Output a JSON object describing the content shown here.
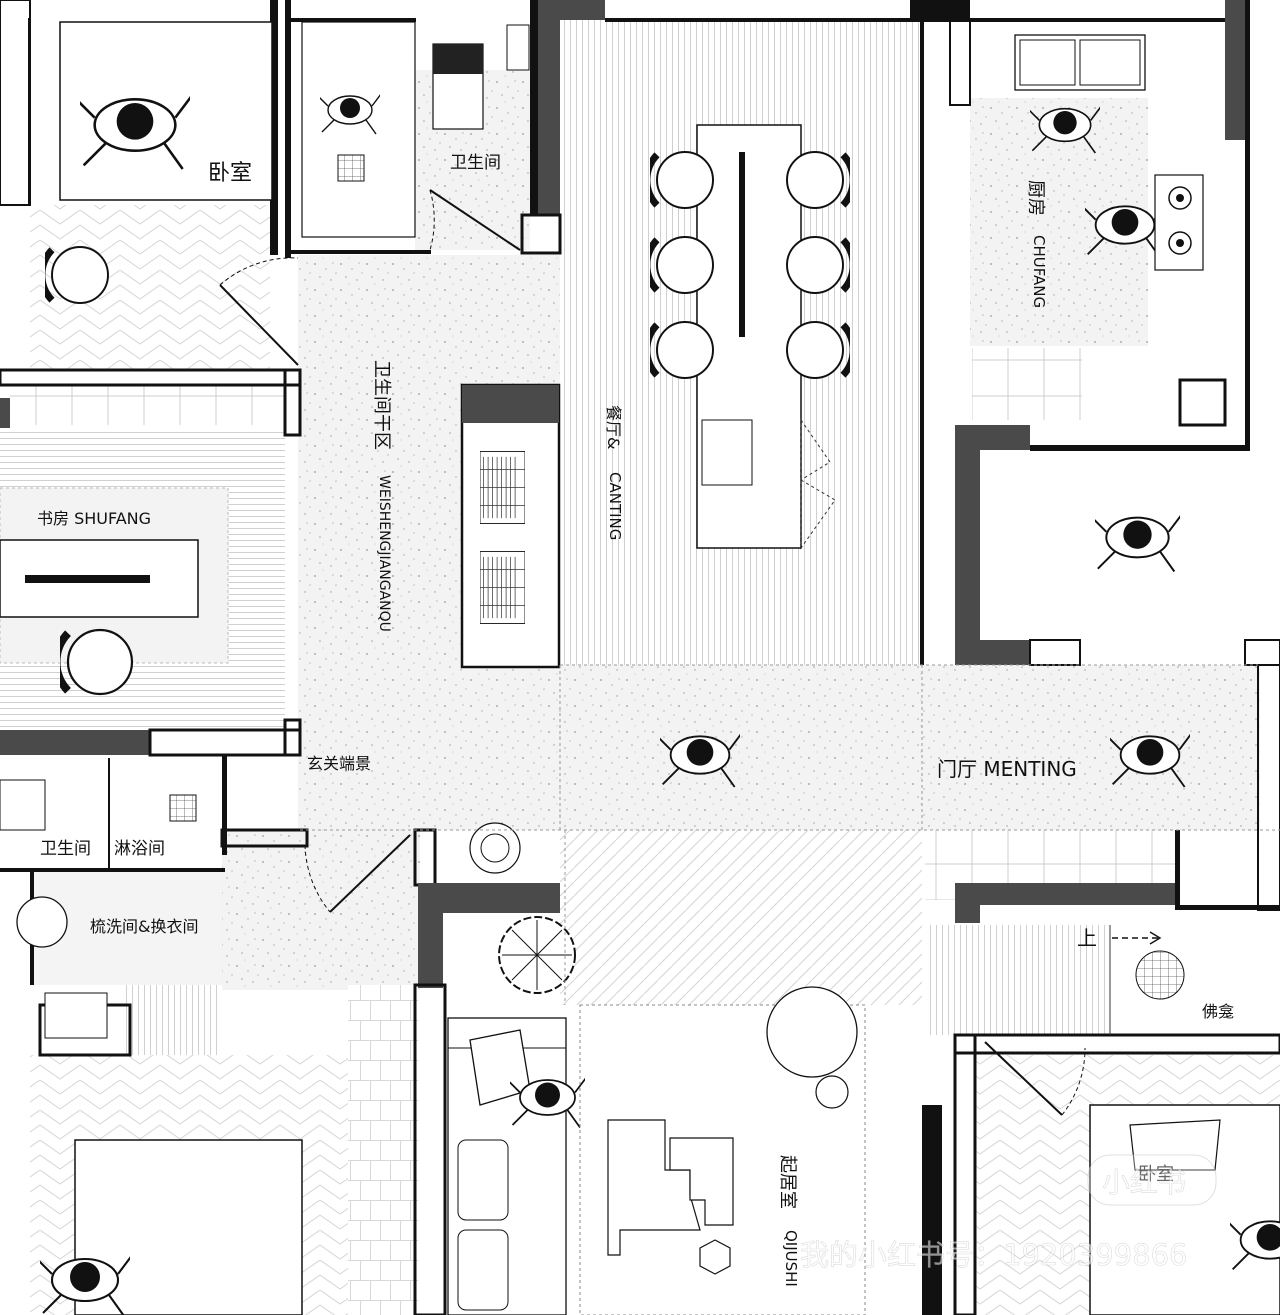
{
  "rooms": {
    "bedroom_top": "卧室",
    "bathroom_top": "卫生间",
    "kitchen_cn": "厨房",
    "kitchen_en": "CHUFANG",
    "dining_cn": "餐厅&",
    "dining_en": "CANTING",
    "bath_dry_cn": "卫生间干区",
    "bath_dry_en": "WEISHENGJIANGANQU",
    "study": "书房 SHUFANG",
    "entrance_view": "玄关端景",
    "foyer": "门厅 MENTING",
    "bathroom_left": "卫生间",
    "shower": "淋浴间",
    "dressing": "梳洗间&换衣间",
    "up_arrow": "上",
    "buddha_niche": "佛龛",
    "living_cn": "起居室",
    "living_en": "QIJUSHI",
    "bedroom_br": "卧室"
  },
  "watermark": {
    "brand": "小红书",
    "account": "我的小红书号：1920399866"
  },
  "colors": {
    "wall": "#111111",
    "dark_fill": "#4a4a4a",
    "floor_gray": "#f1f1f1",
    "line": "#333333"
  }
}
